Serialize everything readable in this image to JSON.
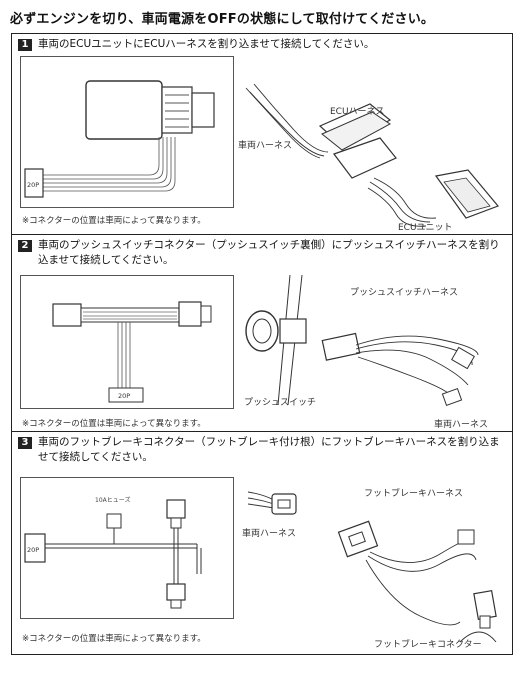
{
  "warning": "必ずエンジンを切り、車両電源をOFFの状態にして取付けてください。",
  "sections": [
    {
      "step": "1",
      "instruction": "車両のECUユニットにECUハーネスを割り込ませて接続してください。",
      "note": "※コネクターの位置は車両によって異なります。",
      "labels": {
        "connector_20p": "20P",
        "ecu_harness": "ECUハーネス",
        "vehicle_harness": "車両ハーネス",
        "ecu_unit": "ECUユニット"
      }
    },
    {
      "step": "2",
      "instruction": "車両のプッシュスイッチコネクター（プッシュスイッチ裏側）にプッシュスイッチハーネスを割り込ませて接続してください。",
      "note": "※コネクターの位置は車両によって異なります。",
      "labels": {
        "connector_20p": "20P",
        "push_switch": "プッシュスイッチ",
        "push_switch_harness": "プッシュスイッチハーネス",
        "vehicle_harness": "車両ハーネス"
      }
    },
    {
      "step": "3",
      "instruction": "車両のフットブレーキコネクター（フットブレーキ付け根）にフットブレーキハーネスを割り込ませて接続してください。",
      "note": "※コネクターの位置は車両によって異なります。",
      "labels": {
        "connector_20p": "20P",
        "fuse_10a": "10Aヒューズ",
        "vehicle_harness": "車両ハーネス",
        "foot_brake_harness": "フットブレーキハーネス",
        "foot_brake_connector": "フットブレーキコネクター"
      }
    }
  ]
}
